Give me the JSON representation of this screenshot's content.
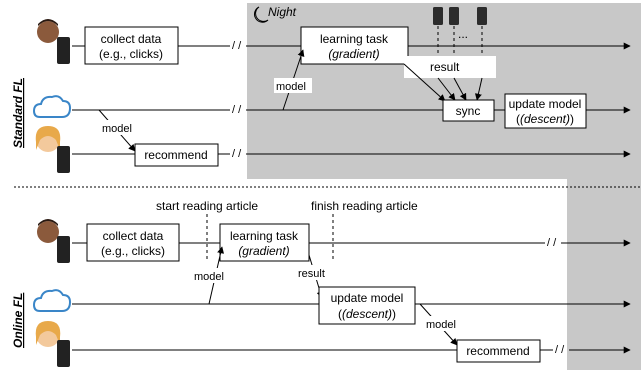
{
  "colors": {
    "night_shade": "#c8c8c8",
    "cloud": "#3a86c8",
    "phone": "#222222"
  },
  "top": {
    "section_label": "Standard FL",
    "night_label": "Night",
    "collect_line1": "collect data",
    "collect_line2": "(e.g., clicks)",
    "learning_line1": "learning task",
    "learning_line2": "(gradient)",
    "sync": "sync",
    "update_line1": "update model",
    "update_line2": "(descent)",
    "recommend": "recommend",
    "model_label_1": "model",
    "model_label_2": "model",
    "result_label": "result",
    "ellipsis": "...",
    "break": "/ /"
  },
  "bottom": {
    "section_label": "Online FL",
    "start_reading": "start reading article",
    "finish_reading": "finish reading article",
    "collect_line1": "collect data",
    "collect_line2": "(e.g., clicks)",
    "learning_line1": "learning task",
    "learning_line2": "(gradient)",
    "update_line1": "update model",
    "update_line2": "(descent)",
    "recommend": "recommend",
    "model_label_1": "model",
    "model_label_2": "model",
    "result_label": "result",
    "break": "/ /"
  },
  "icons": {
    "user_male": "man-with-phone-icon",
    "cloud": "cloud-icon",
    "user_female": "woman-with-phone-icon",
    "moon": "moon-icon",
    "phones": "phone-icon"
  }
}
